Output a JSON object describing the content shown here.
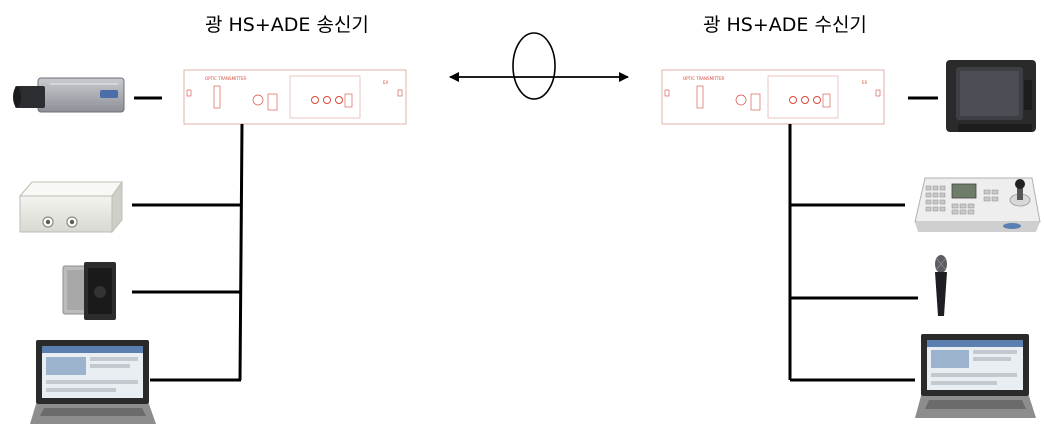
{
  "transmitter": {
    "title": "광 HS+ADE 송신기",
    "panel_label": "OPTIC TRANSMITTER",
    "panel_model": "EX",
    "devices": [
      "cctv-camera",
      "enclosure-box",
      "speaker",
      "laptop"
    ]
  },
  "receiver": {
    "title": "광 HS+ADE 수신기",
    "panel_label": "OPTIC TRANSMITTER",
    "panel_model": "EX",
    "devices": [
      "crt-monitor",
      "ptz-keyboard-controller",
      "microphone",
      "laptop"
    ]
  },
  "link": {
    "type": "bidirectional-fiber"
  },
  "colors": {
    "line": "#000000",
    "panel_accent": "#d64a3c",
    "device_gray": "#b8b8b8"
  }
}
